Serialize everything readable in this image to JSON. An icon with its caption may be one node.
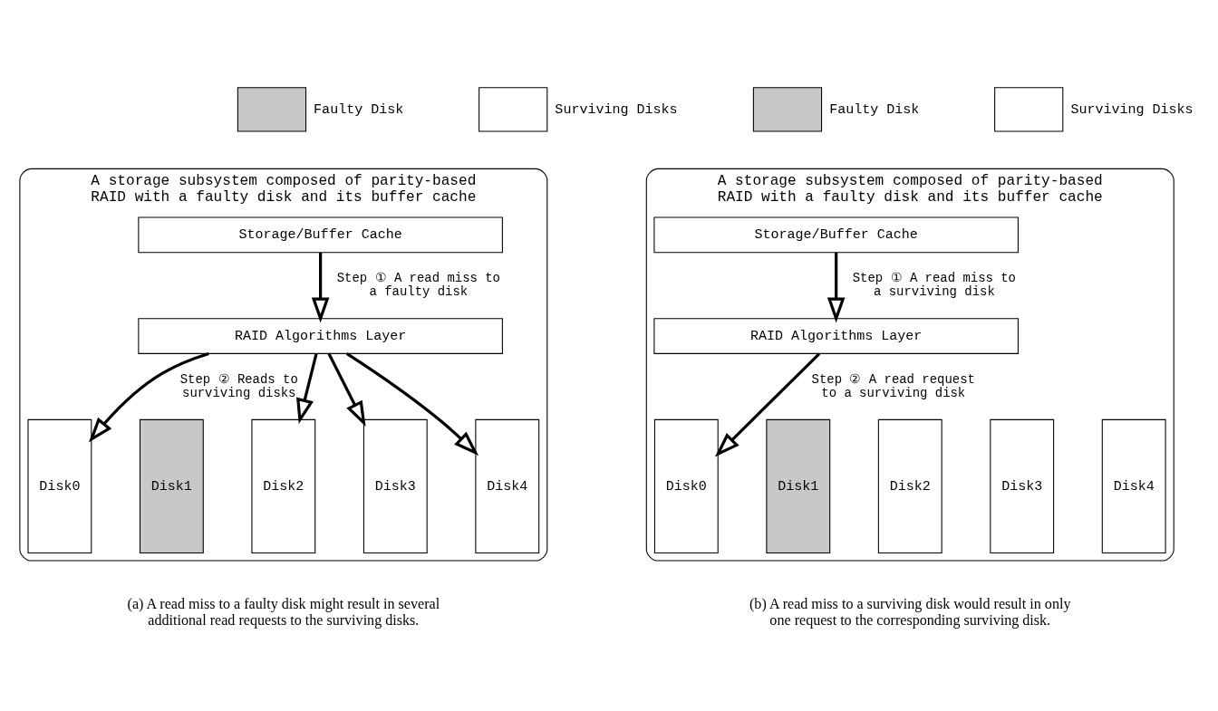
{
  "diagram": {
    "nodes": [
      {
        "text": [
          "A storage subsystem composed of parity-based RAID with a faulty disk and its buffer cache"
        ],
        "beside": [
          "(a) A read miss to a faulty disk might result in several additional read requests to the surviving disks."
        ]
      },
      {
        "text": [
          "Storage/Buffer Cache"
        ],
        "in": 0
      },
      {
        "text": [
          "RAID Algorithms Layer"
        ],
        "in": 0
      },
      {
        "text": [
          "Disk0"
        ],
        "in": 0
      },
      {
        "text": [
          "Disk1"
        ],
        "in": 0
      },
      {
        "text": [
          "Disk2"
        ],
        "in": 0
      },
      {
        "text": [
          "Disk3"
        ],
        "in": 0
      },
      {
        "text": [
          "Disk4"
        ],
        "in": 0
      },
      {
        "text": [
          "A storage subsystem composed of parity-based RAID with a faulty disk and its buffer cache"
        ],
        "beside": [
          "(b) A read miss to a surviving disk would result in only one request to the corresponding surviving disk."
        ]
      },
      {
        "text": [
          "Storage/Buffer Cache"
        ],
        "in": 8
      },
      {
        "text": [
          "RAID Algorithms Layer"
        ],
        "in": 8
      },
      {
        "text": [
          "Disk0"
        ],
        "in": 8
      },
      {
        "text": [
          "Disk1"
        ],
        "in": 8
      },
      {
        "text": [
          "Disk2"
        ],
        "in": 8
      },
      {
        "text": [
          "Disk3"
        ],
        "in": 8
      },
      {
        "text": [
          "Disk4"
        ],
        "in": 8
      }
    ],
    "edges": [
      {
        "from": 1,
        "to": 2,
        "arrow": "to",
        "label": "Step ① A read miss to a faulty disk"
      },
      {
        "from": 2,
        "to": 3,
        "arrow": "to",
        "label": "Step ② Reads to surviving disks"
      },
      {
        "from": 2,
        "to": 5,
        "arrow": "to"
      },
      {
        "from": 2,
        "to": 6,
        "arrow": "to"
      },
      {
        "from": 2,
        "to": 7,
        "arrow": "to"
      },
      {
        "from": 9,
        "to": 10,
        "arrow": "to",
        "label": "Step ① A read miss to a surviving disk"
      },
      {
        "from": 10,
        "to": 11,
        "arrow": "to",
        "label": "Step ② A read request to a surviving disk"
      }
    ],
    "legend": [
      {
        "text": "Faulty Disk"
      },
      {
        "text": "Surviving Disks",
        "color": "#ffffff"
      },
      {
        "text": "Faulty Disk"
      },
      {
        "text": "Surviving Disks",
        "color": "#ffffff"
      }
    ]
  }
}
